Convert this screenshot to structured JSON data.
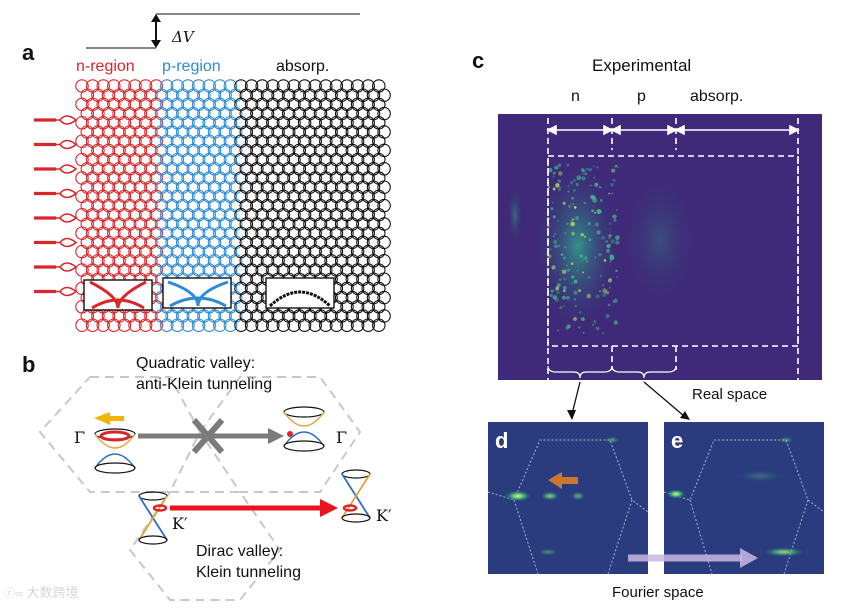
{
  "panels": {
    "a": {
      "letter": "a",
      "delta_v": "ΔV",
      "regions": [
        {
          "label": "n-region",
          "color": "#d9262b"
        },
        {
          "label": "p-region",
          "color": "#2e8bd4"
        },
        {
          "label": "absorp.",
          "color": "#111111"
        }
      ]
    },
    "b": {
      "letter": "b",
      "quadratic_label_line1": "Quadratic valley:",
      "quadratic_label_line2": "anti-Klein tunneling",
      "dirac_label_line1": "Dirac valley:",
      "dirac_label_line2": "Klein tunneling",
      "gamma_left": "Γ",
      "gamma_right": "Γ",
      "k_left": "K′",
      "k_right": "K′"
    },
    "c": {
      "letter": "c",
      "title": "Experimental",
      "regions": [
        "n",
        "p",
        "absorp."
      ],
      "real_space_label": "Real space"
    },
    "d": {
      "letter": "d"
    },
    "e": {
      "letter": "e"
    },
    "fourier_label": "Fourier space",
    "watermark": "大数跨境"
  }
}
